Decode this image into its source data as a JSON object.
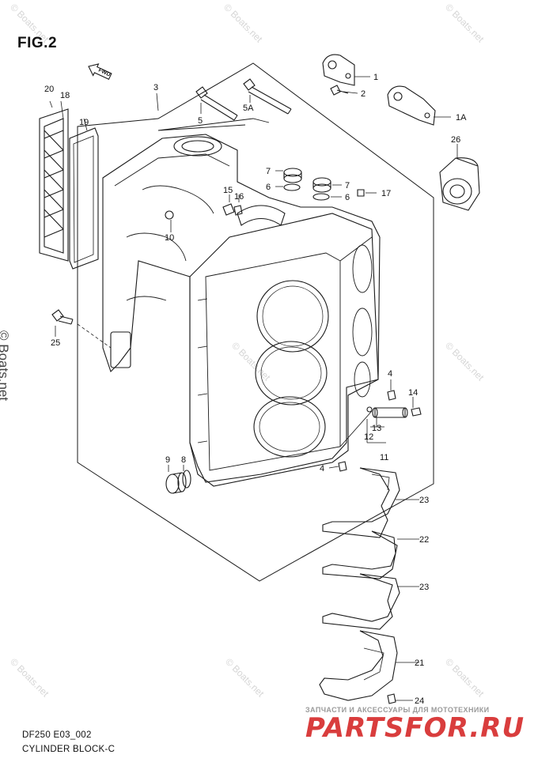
{
  "figure": {
    "title": "FIG.2",
    "model_code": "DF250 E03_002",
    "caption": "CYLINDER BLOCK-C"
  },
  "fwd_label": "FWD",
  "callouts": [
    "1",
    "1A",
    "2",
    "3",
    "4",
    "4",
    "5",
    "5A",
    "6",
    "6",
    "7",
    "7",
    "8",
    "9",
    "10",
    "11",
    "12",
    "13",
    "14",
    "15",
    "16",
    "17",
    "18",
    "19",
    "20",
    "21",
    "22",
    "23",
    "23",
    "24",
    "25",
    "26"
  ],
  "watermark": {
    "side": "© Boats.net",
    "repeat": "© Boats.net"
  },
  "branding": {
    "tagline": "ЗАПЧАСТИ И АКСЕССУАРЫ ДЛЯ МОТОТЕХНИКИ",
    "name": "PARTSFOR.RU",
    "color": "#d93d3d"
  }
}
